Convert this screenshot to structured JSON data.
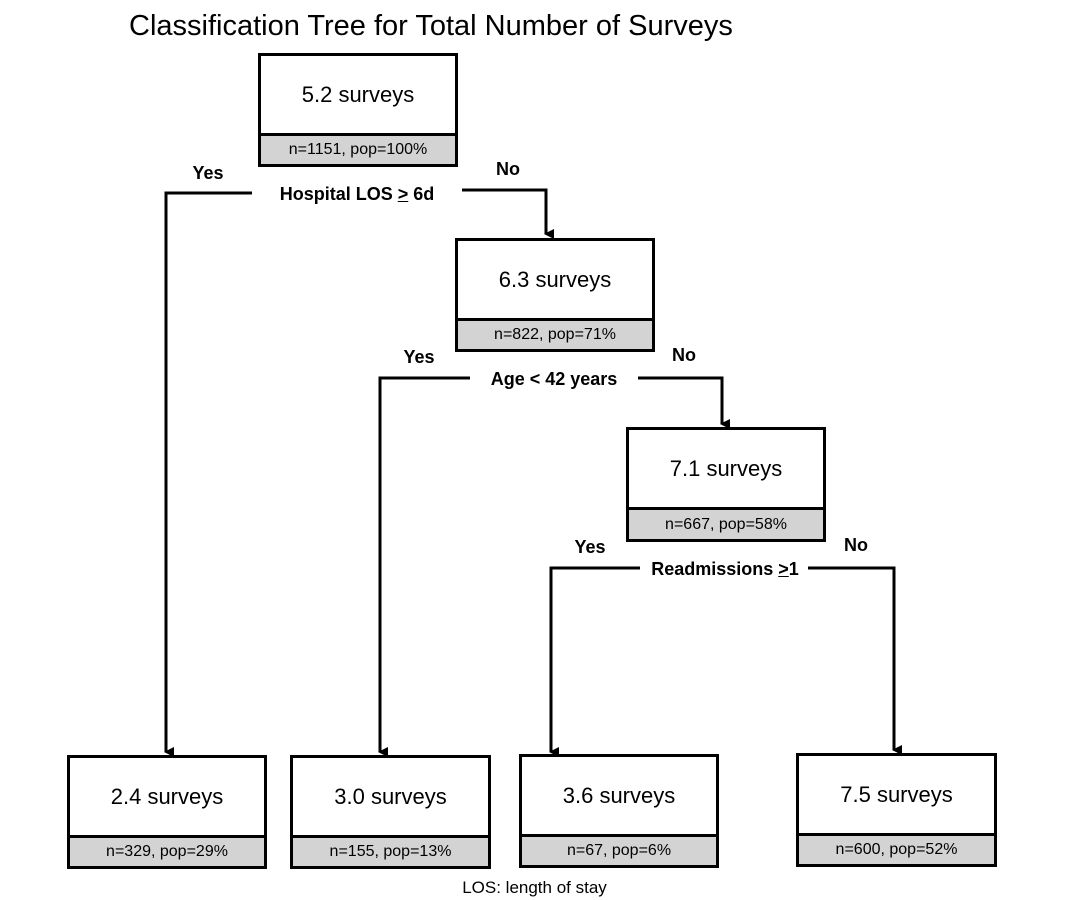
{
  "title": "Classification Tree for Total Number of Surveys",
  "footnote": "LOS: length of stay",
  "nodes": {
    "root": {
      "value": "5.2 surveys",
      "stats": "n=1151, pop=100%"
    },
    "n2": {
      "value": "6.3 surveys",
      "stats": "n=822, pop=71%"
    },
    "n3": {
      "value": "7.1 surveys",
      "stats": "n=667, pop=58%"
    },
    "leaf1": {
      "value": "2.4 surveys",
      "stats": "n=329, pop=29%"
    },
    "leaf2": {
      "value": "3.0 surveys",
      "stats": "n=155, pop=13%"
    },
    "leaf3": {
      "value": "3.6 surveys",
      "stats": "n=67, pop=6%"
    },
    "leaf4": {
      "value": "7.5 surveys",
      "stats": "n=600, pop=52%"
    }
  },
  "splits": {
    "s1": {
      "pre": "Hospital LOS ",
      "sym": ">",
      "post": " 6d",
      "yes": "Yes",
      "no": "No"
    },
    "s2": {
      "text": "Age < 42 years",
      "yes": "Yes",
      "no": "No"
    },
    "s3": {
      "pre": "Readmissions ",
      "sym": ">",
      "post": "1",
      "yes": "Yes",
      "no": "No"
    }
  }
}
